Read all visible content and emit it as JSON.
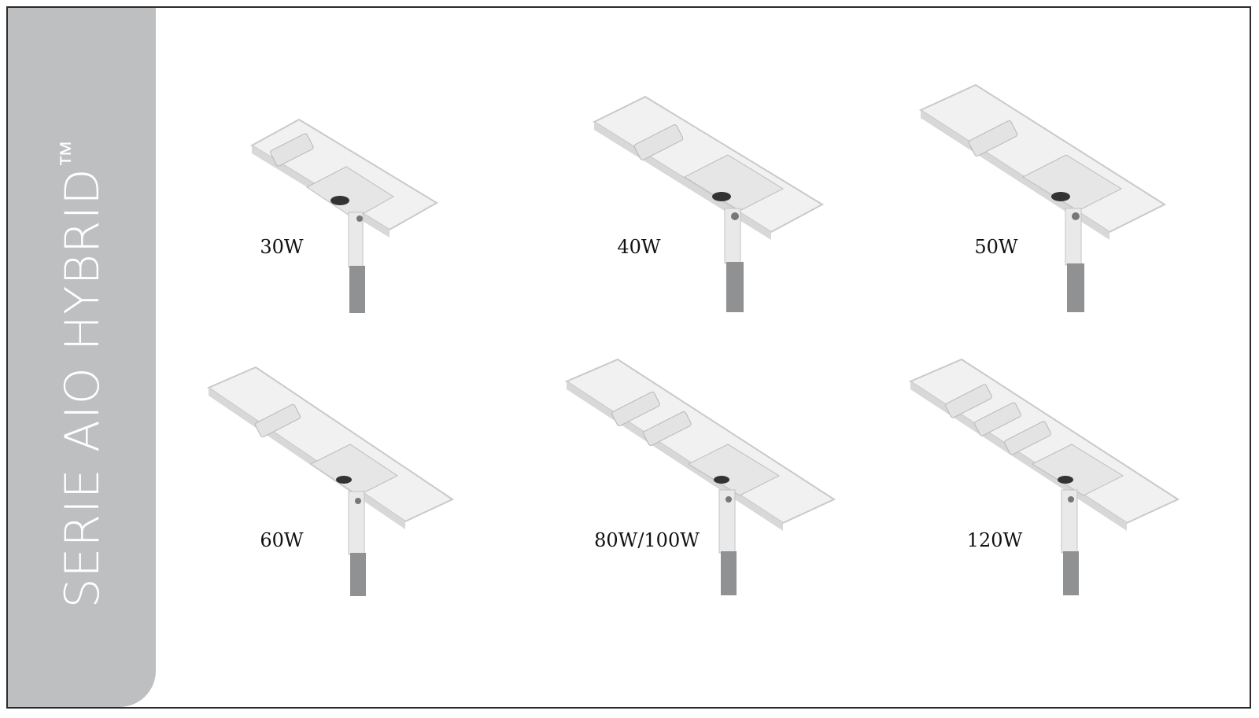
{
  "sidebar": {
    "title": "SERIE AIO HYBRID",
    "trademark": "™"
  },
  "colors": {
    "band": "#bdbfc0",
    "panel": "#ececec",
    "pole": "#8f9193",
    "border": "#2b2b2b"
  },
  "products": [
    {
      "label": "30W",
      "led_modules": 1,
      "size": "small"
    },
    {
      "label": "40W",
      "led_modules": 1,
      "size": "medium"
    },
    {
      "label": "50W",
      "led_modules": 1,
      "size": "medium"
    },
    {
      "label": "60W",
      "led_modules": 1,
      "size": "large"
    },
    {
      "label": "80W/100W",
      "led_modules": 2,
      "size": "large"
    },
    {
      "label": "120W",
      "led_modules": 3,
      "size": "large"
    }
  ]
}
